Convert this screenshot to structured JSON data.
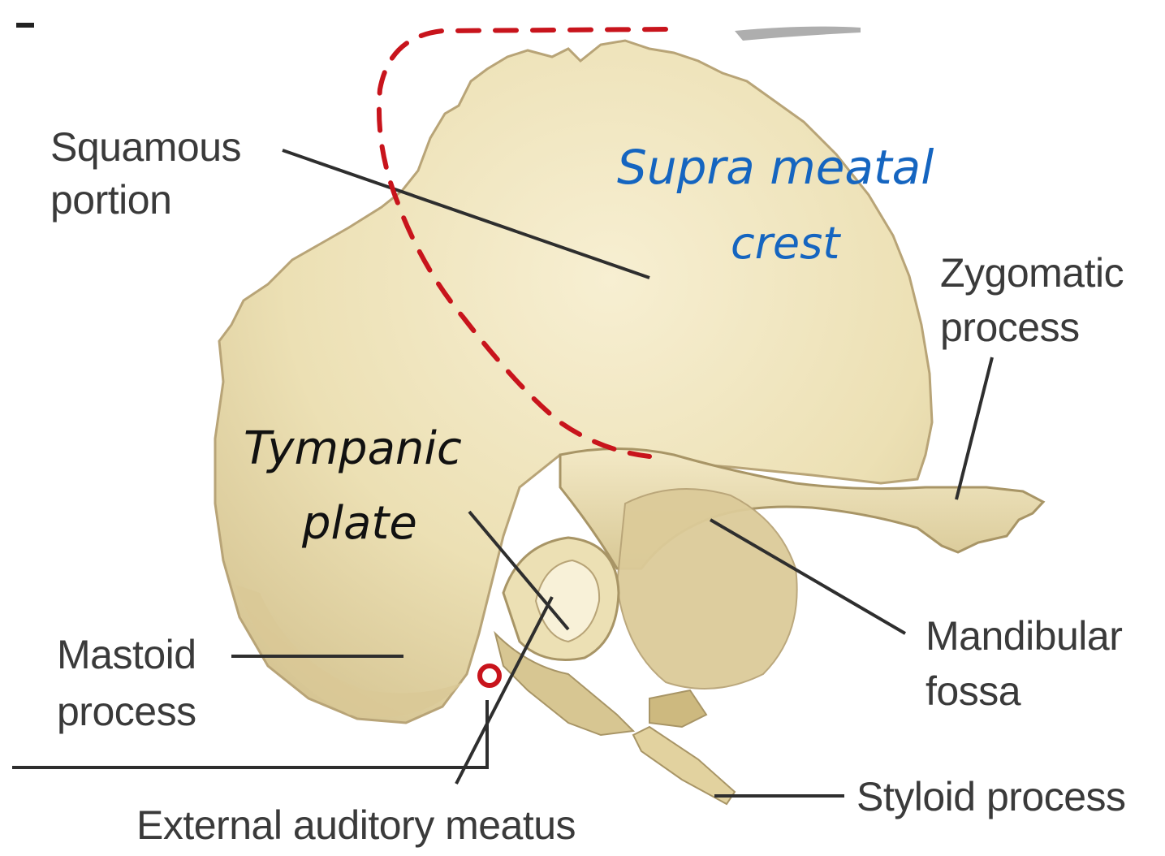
{
  "labels": {
    "squamous_line1": "Squamous",
    "squamous_line2": "portion",
    "zygomatic_line1": "Zygomatic",
    "zygomatic_line2": "process",
    "mandibular_line1": "Mandibular",
    "mandibular_line2": "fossa",
    "mastoid_line1": "Mastoid",
    "mastoid_line2": "process",
    "styloid": "Styloid process",
    "external_auditory_meatus": "External auditory meatus"
  },
  "annotations": {
    "supra_meatal_line1": "Supra meatal",
    "supra_meatal_line2": "crest",
    "tympanic_line1": "Tympanic",
    "tympanic_line2": "plate"
  },
  "colors": {
    "bone_fill": "#ece0b4",
    "bone_shadow": "#c9b98a",
    "bone_outline": "#a89566",
    "leader_line": "#2e2e2e",
    "dashed_outline": "#c8141c",
    "annotation_blue": "#1565c0",
    "annotation_black": "#111111"
  }
}
